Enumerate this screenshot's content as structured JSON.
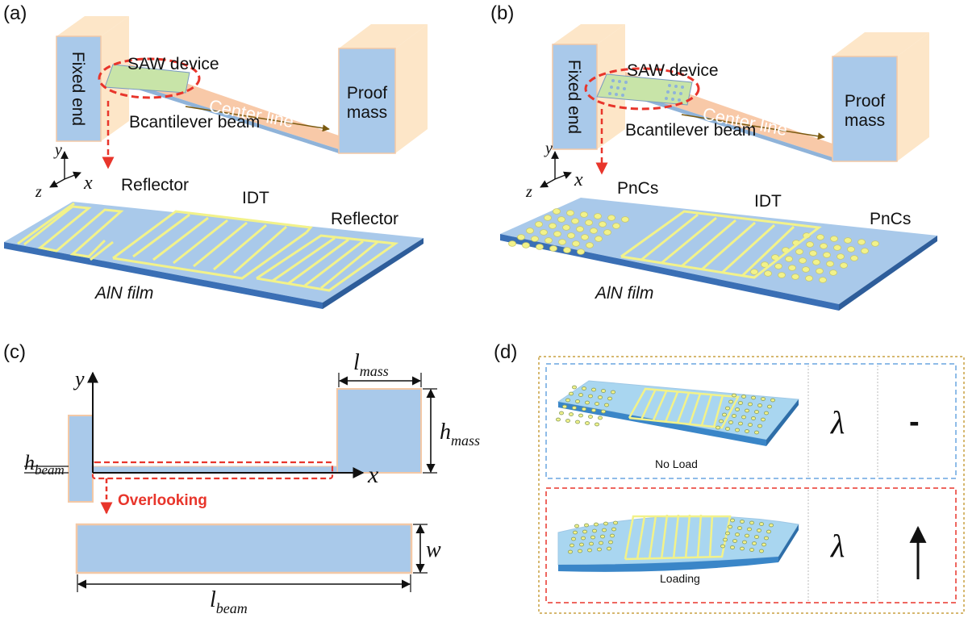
{
  "panels": {
    "a": "(a)",
    "b": "(b)",
    "c": "(c)",
    "d": "(d)"
  },
  "panel_a": {
    "fixed_end": "Fixed end",
    "saw_device": "SAW device",
    "proof": "Proof",
    "mass": "mass",
    "center_line": "Center line",
    "beam": "Bcantilever beam",
    "axis_x": "x",
    "axis_y": "y",
    "axis_z": "z",
    "reflector_left": "Reflector",
    "idt": "IDT",
    "reflector_right": "Reflector",
    "film": "AlN film"
  },
  "panel_b": {
    "fixed_end": "Fixed end",
    "saw_device": "SAW device",
    "proof": "Proof",
    "mass": "mass",
    "center_line": "Center line",
    "beam": "Bcantilever beam",
    "axis_x": "x",
    "axis_y": "y",
    "axis_z": "z",
    "pncs_left": "PnCs",
    "idt": "IDT",
    "pncs_right": "PnCs",
    "film": "AlN film"
  },
  "panel_c": {
    "axis_y": "y",
    "axis_x": "x",
    "h_beam_main": "h",
    "h_beam_sub": "beam",
    "l_mass_main": "l",
    "l_mass_sub": "mass",
    "h_mass_main": "h",
    "h_mass_sub": "mass",
    "w": "w",
    "l_beam_main": "l",
    "l_beam_sub": "beam",
    "overlooking": "Overlooking"
  },
  "panel_d": {
    "row1_label": "No Load",
    "row1_lambda": "λ",
    "row1_change": "-",
    "row2_label": "Loading",
    "row2_lambda": "λ"
  },
  "colors": {
    "blue": "#a9c9ea",
    "peach": "#f8c9a8",
    "cream": "#fde6c8",
    "yellow": "#f2f28a",
    "red": "#e8352b"
  }
}
